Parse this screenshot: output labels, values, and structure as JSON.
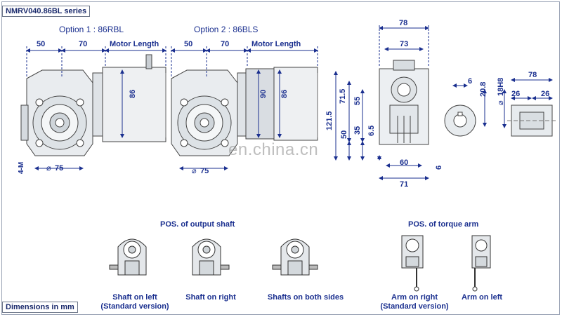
{
  "header": {
    "series_title": "NMRV040.86BL series",
    "units_note": "Dimensions in mm"
  },
  "option1": {
    "title": "Option 1 : 86RBL",
    "dim_a": "50",
    "dim_b": "70",
    "motor_length": "Motor Length",
    "dia_body": "86",
    "dia_flange": "75",
    "hole_note": "4-M"
  },
  "option2": {
    "title": "Option 2 : 86BLS",
    "dim_a": "50",
    "dim_b": "70",
    "motor_length": "Motor Length",
    "dia_a": "90",
    "dia_b": "86",
    "dia_flange": "75"
  },
  "side_view": {
    "w_top": "78",
    "w_shaft": "73",
    "h_total": "121.5",
    "h_a": "71.5",
    "h_b": "55",
    "h_c": "50",
    "h_d": "35",
    "h_e": "6.5",
    "w_base_a": "60",
    "w_base_b": "71",
    "dia_partial": "6"
  },
  "shaft": {
    "key": "6",
    "depth": "20.8",
    "bore": "18H8",
    "length": "78",
    "seg_a": "26",
    "seg_b": "26"
  },
  "output_shaft": {
    "title": "POS. of output shaft",
    "items": [
      {
        "line1": "Shaft on left",
        "line2": "(Standard version)"
      },
      {
        "line1": "Shaft on right",
        "line2": ""
      },
      {
        "line1": "Shafts on both sides",
        "line2": ""
      }
    ]
  },
  "torque_arm": {
    "title": "POS. of torque arm",
    "items": [
      {
        "line1": "Arm on right",
        "line2": "(Standard version)"
      },
      {
        "line1": "Arm on left",
        "line2": ""
      }
    ]
  },
  "watermark": "en.china.cn"
}
